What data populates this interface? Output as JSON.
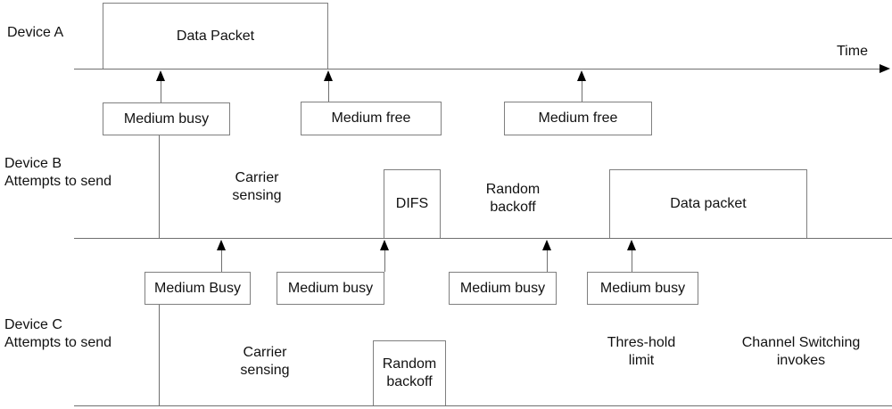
{
  "figure": {
    "type": "csma-ca-timing-diagram",
    "colors": {
      "background": "#ffffff",
      "line": "#6f6f6f",
      "box_border": "#7f7f7f",
      "text": "#111111",
      "arrowhead": "#000000"
    },
    "axis": {
      "time_label": "Time"
    },
    "device_a": {
      "label": "Device A",
      "data_packet": "Data Packet",
      "medium_busy": "Medium busy",
      "medium_free_1": "Medium free",
      "medium_free_2": "Medium free"
    },
    "device_b": {
      "label": "Device B\nAttempts to send",
      "carrier_sensing": "Carrier\nsensing",
      "difs": "DIFS",
      "random_backoff": "Random\nbackoff",
      "data_packet": "Data packet",
      "medium_busy_1": "Medium Busy",
      "medium_busy_2": "Medium busy",
      "medium_busy_3": "Medium busy",
      "medium_busy_4": "Medium busy"
    },
    "device_c": {
      "label": "Device C\nAttempts to send",
      "carrier_sensing": "Carrier\nsensing",
      "random_backoff": "Random\nbackoff",
      "threshold_limit": "Thres-hold\nlimit",
      "channel_switching": "Channel Switching\ninvokes"
    }
  }
}
